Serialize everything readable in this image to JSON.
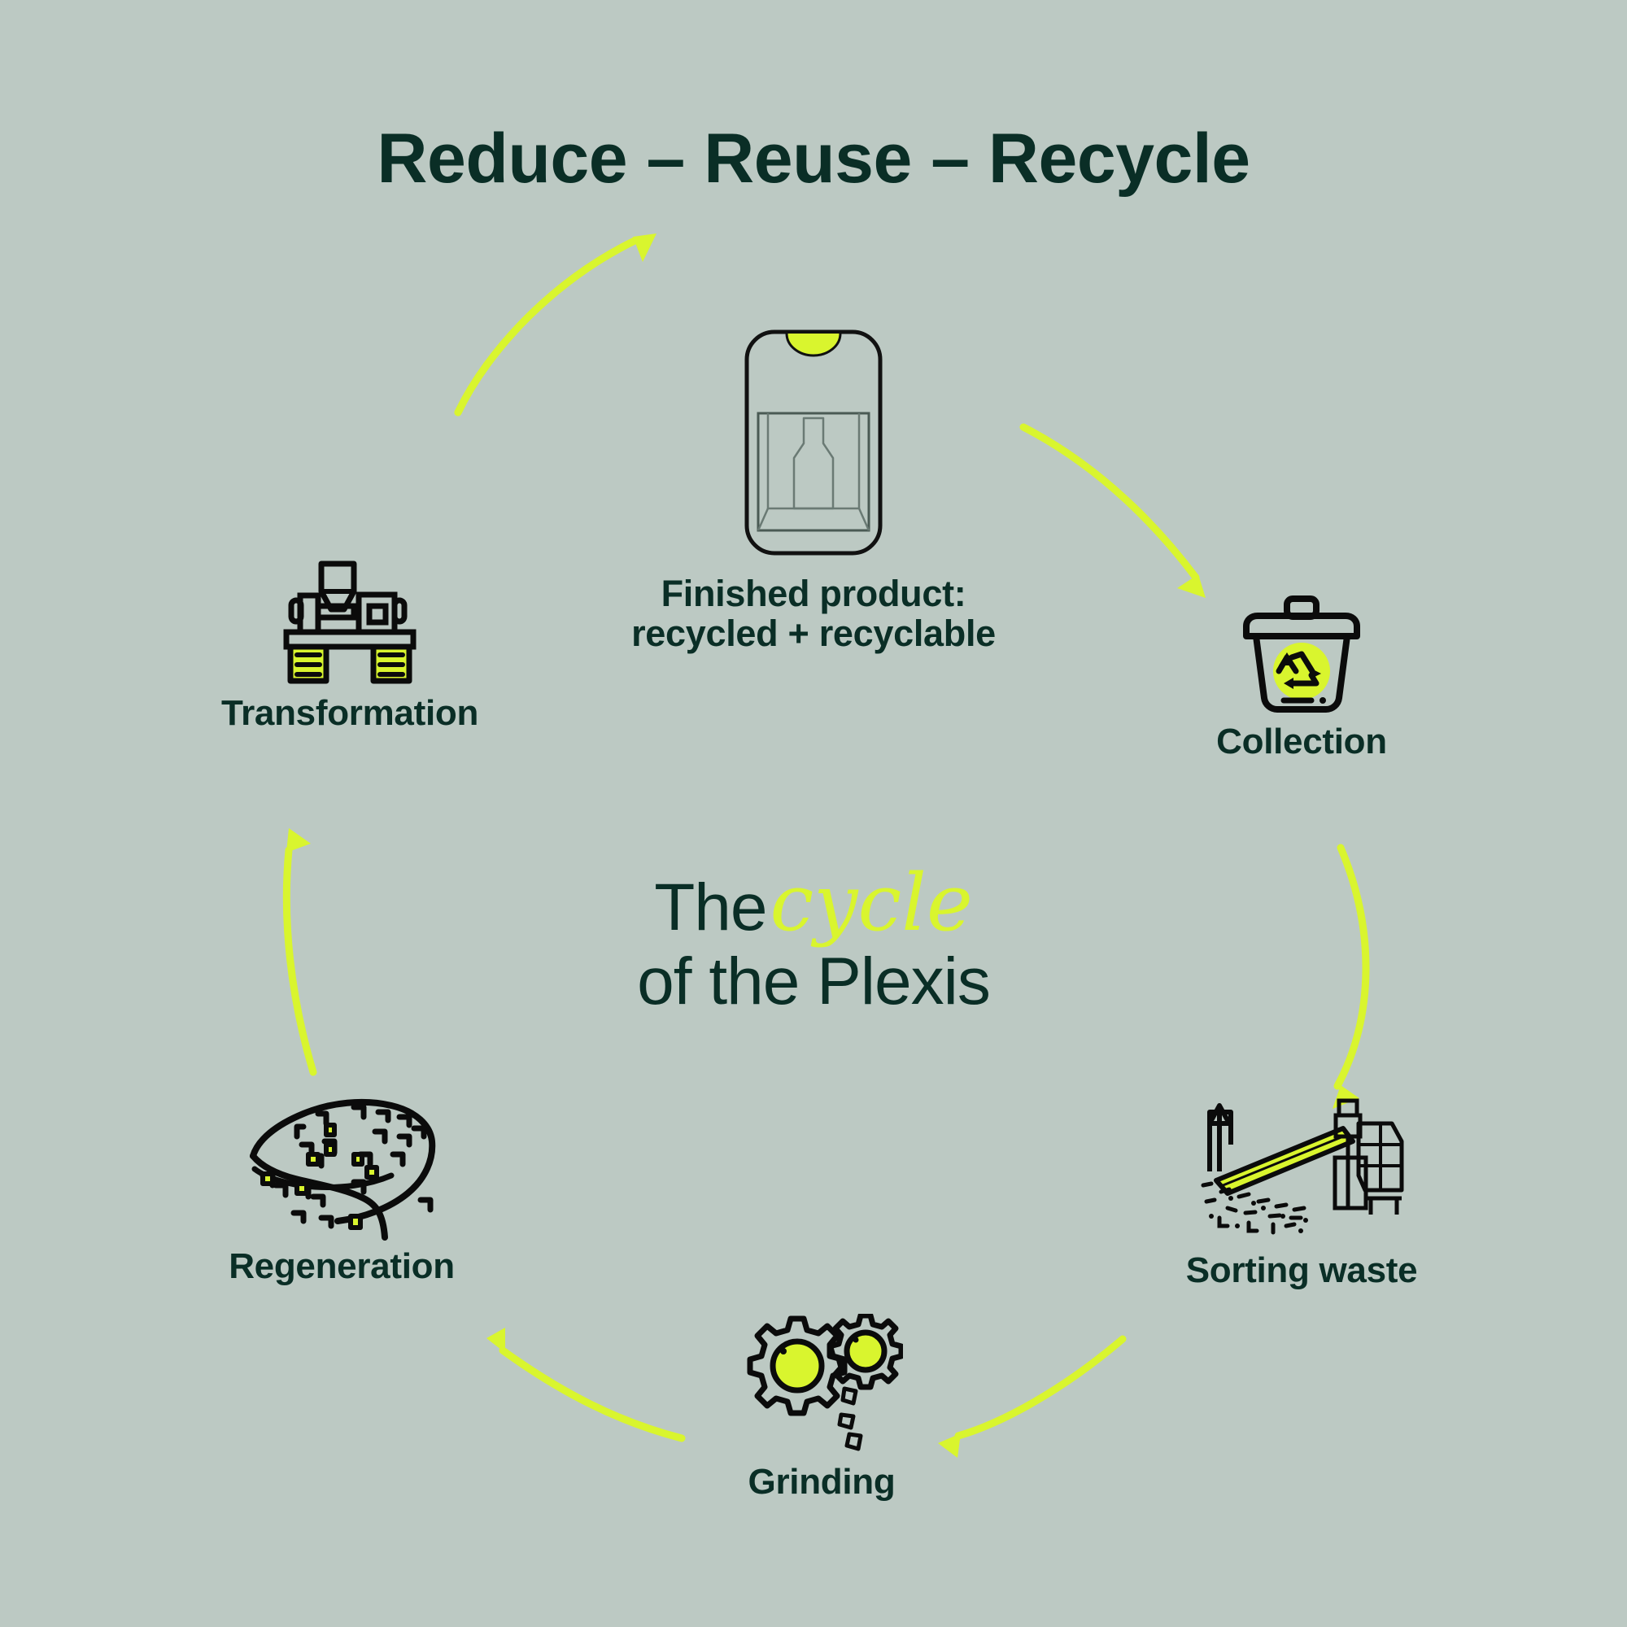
{
  "page": {
    "title": "Reduce – Reuse – Recycle",
    "background_color": "#bcc9c3",
    "text_color": "#0a2e26",
    "accent_color": "#d9f52e"
  },
  "center": {
    "line1_static": "The",
    "line1_accent": "cycle",
    "line2": "of the Plexis"
  },
  "cycle": {
    "nodes": [
      {
        "id": "finished-product",
        "label": "Finished product:\nrecycled + recyclable",
        "icon": "packaged-bottle-icon",
        "position": "top"
      },
      {
        "id": "collection",
        "label": "Collection",
        "icon": "recycling-bin-icon",
        "position": "top-right"
      },
      {
        "id": "sorting-waste",
        "label": "Sorting waste",
        "icon": "conveyor-sorting-icon",
        "position": "bottom-right"
      },
      {
        "id": "grinding",
        "label": "Grinding",
        "icon": "gears-grinding-icon",
        "position": "bottom"
      },
      {
        "id": "regeneration",
        "label": "Regeneration",
        "icon": "plastic-granules-pile-icon",
        "position": "bottom-left"
      },
      {
        "id": "transformation",
        "label": "Transformation",
        "icon": "extrusion-machine-icon",
        "position": "top-left"
      }
    ],
    "arrows": [
      {
        "id": "arrow-product-to-collection",
        "from": "finished-product",
        "to": "collection",
        "direction": "clockwise"
      },
      {
        "id": "arrow-collection-to-sorting",
        "from": "collection",
        "to": "sorting-waste",
        "direction": "clockwise"
      },
      {
        "id": "arrow-sorting-to-grinding",
        "from": "sorting-waste",
        "to": "grinding",
        "direction": "clockwise"
      },
      {
        "id": "arrow-grinding-to-regeneration",
        "from": "grinding",
        "to": "regeneration",
        "direction": "clockwise"
      },
      {
        "id": "arrow-regeneration-to-transformation",
        "from": "regeneration",
        "to": "transformation",
        "direction": "clockwise"
      },
      {
        "id": "arrow-transformation-to-product",
        "from": "transformation",
        "to": "finished-product",
        "direction": "clockwise"
      }
    ]
  }
}
